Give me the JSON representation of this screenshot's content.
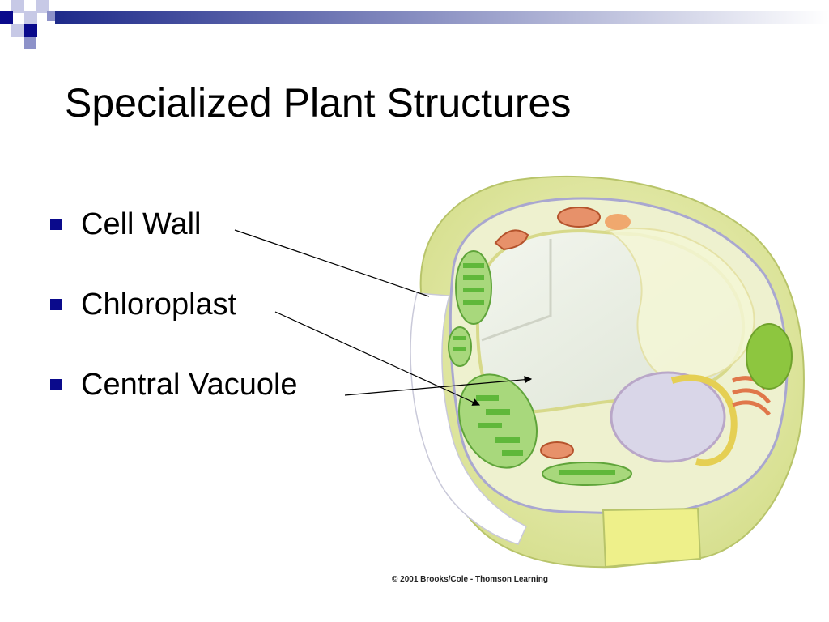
{
  "slide": {
    "title": "Specialized Plant Structures",
    "bullets": [
      {
        "label": "Cell Wall"
      },
      {
        "label": "Chloroplast"
      },
      {
        "label": "Central Vacuole"
      }
    ],
    "figure_credit": "© 2001 Brooks/Cole - Thomson Learning"
  },
  "colors": {
    "accent": "#0a0a8c",
    "bar_start": "#1e2a8a",
    "bar_end": "#ffffff",
    "cell_wall": "#e3eaa6",
    "vacuole": "#e9efe4",
    "chloroplast": "#6cc04a",
    "mitochondria": "#e0774a",
    "nucleus": "#d9d6e8"
  },
  "icons": {
    "bullet": "square-bullet-icon",
    "corner": "checkered-squares-icon"
  }
}
